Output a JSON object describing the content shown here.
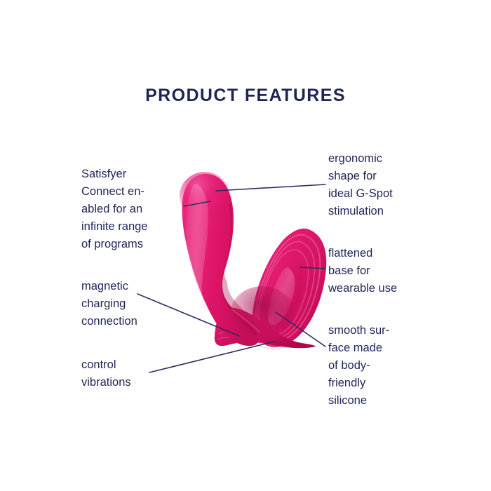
{
  "page": {
    "background_color": "#ffffff",
    "text_color": "#1f2456",
    "accent_color": "#e0186c",
    "leader_line_color": "#2a2f60"
  },
  "header": {
    "title": "PRODUCT FEATURES"
  },
  "product": {
    "name": "wearable-vibrator",
    "body_color": "#e0186c",
    "highlight_color": "#f04a90",
    "shadow_color": "#b30e55",
    "deep_shadow_color": "#9c0a48"
  },
  "callouts": {
    "connect": {
      "label": "Satisfyer\nConnect en-\nabled for an\ninfinite range\nof programs",
      "side": "left"
    },
    "magnetic": {
      "label": "magnetic\ncharging\nconnection",
      "side": "left"
    },
    "control": {
      "label": "control\nvibrations",
      "side": "left"
    },
    "ergonomic": {
      "label": "ergonomic\nshape for\nideal G-Spot\nstimulation",
      "side": "right"
    },
    "flattened": {
      "label": "flattened\nbase for\nwearable use",
      "side": "right"
    },
    "smooth": {
      "label": "smooth sur-\nface made\nof body-\nfriendly\nsilicone",
      "side": "right"
    }
  }
}
